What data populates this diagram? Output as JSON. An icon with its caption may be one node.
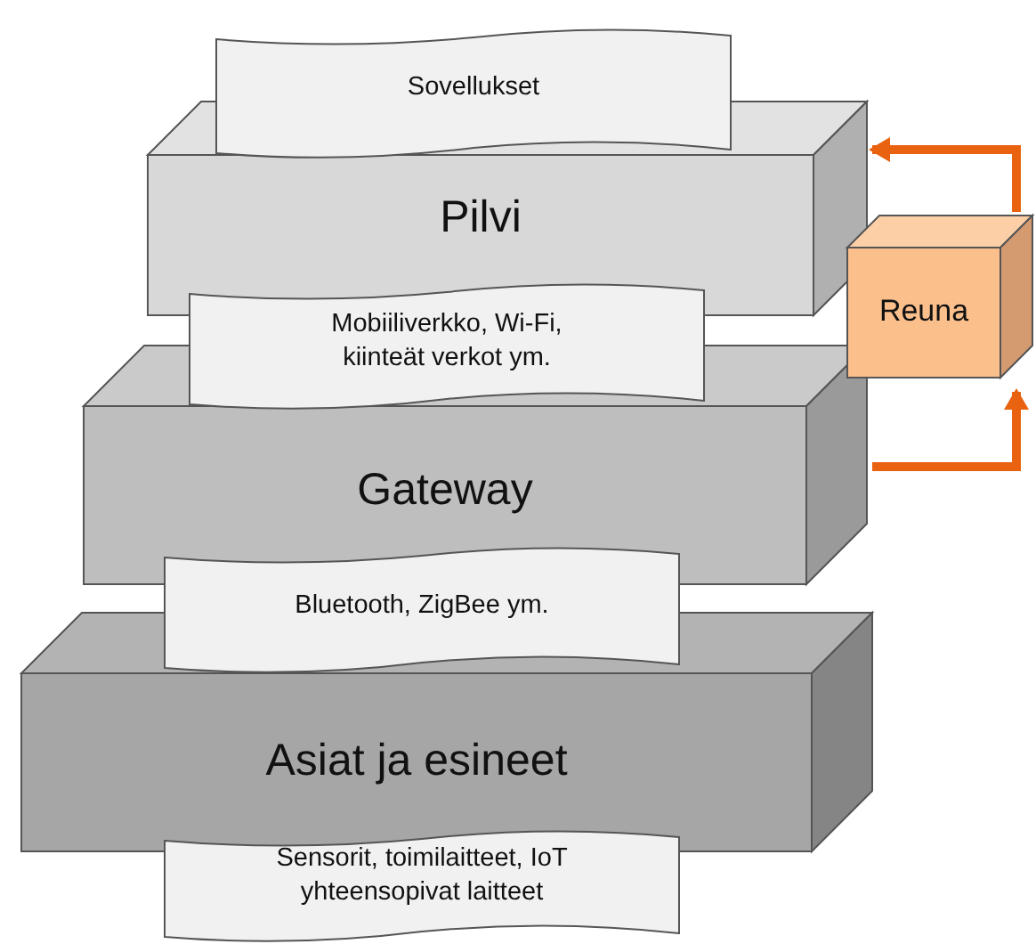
{
  "diagram": {
    "nodes": [
      {
        "text": [
          "Sovellukset"
        ]
      },
      {
        "text": [
          "Pilvi"
        ]
      },
      {
        "text": [
          "Mobiiliverkko, Wi-Fi, kiinteät verkot ym."
        ]
      },
      {
        "text": [
          "Gateway"
        ]
      },
      {
        "text": [
          "Bluetooth, ZigBee ym."
        ]
      },
      {
        "text": [
          "Asiat ja esineet"
        ]
      },
      {
        "text": [
          "Sensorit, toimilaitteet, IoT yhteensopivat laitteet"
        ]
      },
      {
        "text": [
          "Reuna"
        ]
      }
    ],
    "edges": [
      {
        "from": 7,
        "to": 1,
        "arrow": "to"
      },
      {
        "from": 3,
        "to": 7,
        "arrow": "to"
      }
    ]
  }
}
